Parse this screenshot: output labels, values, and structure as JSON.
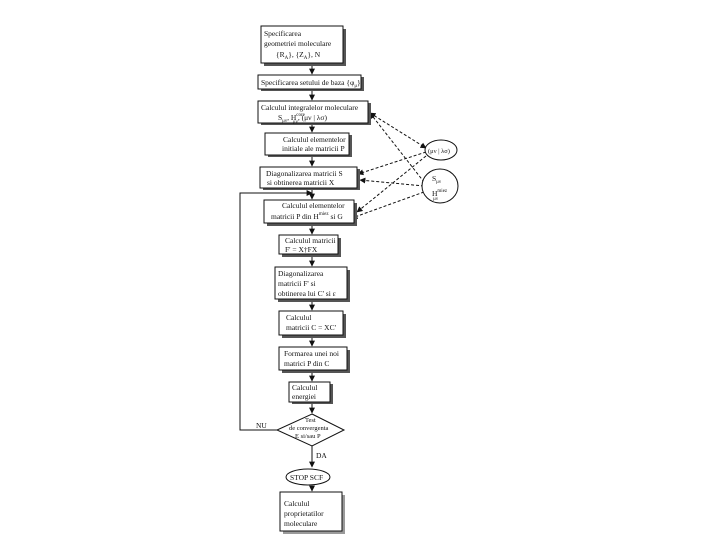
{
  "steps": {
    "s1": {
      "line1": "Specificarea",
      "line2": "geometriei moleculare",
      "line3": "{R",
      "line3_sub": "A",
      "line3_b": "}, {Z",
      "line3_sub2": "A",
      "line3_c": "}, N"
    },
    "s2": {
      "line1": "Specificarea setului de baza {φ",
      "line1_sub": "μ",
      "line1_b": "}"
    },
    "s3": {
      "line1": "Calculul integralelor moleculare",
      "line2": "S",
      "line2_sub": "μν",
      "line2_b": ", H",
      "line2_sup": "core",
      "line2_sub2": "μν",
      "line2_c": ", (μν | λσ)"
    },
    "s4": {
      "line1": "Calculul elementelor",
      "line2": "initiale ale matricii P"
    },
    "s5": {
      "line1": "Diagonalizarea matricii S",
      "line2": "si obtinerea matricii X"
    },
    "s6": {
      "line1": "Calculul elementelor",
      "line2": "matricii P din H",
      "line2_sup": "miez",
      "line2_b": " si G"
    },
    "s7": {
      "line1": "Calculul matricii",
      "line2": "F' = X†FX"
    },
    "s8": {
      "line1": "Diagonalizarea",
      "line2": "matricii F' si",
      "line3": "obtinerea lui C' si ε"
    },
    "s9": {
      "line1": "Calculul",
      "line2": "matricii C = XC'"
    },
    "s10": {
      "line1": "Formarea unei noi",
      "line2": "matrici P din C"
    },
    "s11": {
      "line1": "Calculul",
      "line2": "energiei"
    },
    "decision": {
      "line1": "Test",
      "line2": "de convergenta",
      "line3": "E si/sau P"
    },
    "stop": {
      "label": "STOP SCF"
    },
    "final": {
      "line1": "Calculul",
      "line2": "proprietatilor",
      "line3": "moleculare"
    }
  },
  "side": {
    "integral": "(μν | λσ)",
    "smatrix": "S",
    "smatrix_sub": "μν",
    "hmatrix": "H",
    "hmatrix_sup": "miez",
    "hmatrix_sub": "μν"
  },
  "labels": {
    "no": "NU",
    "yes": "DA"
  }
}
